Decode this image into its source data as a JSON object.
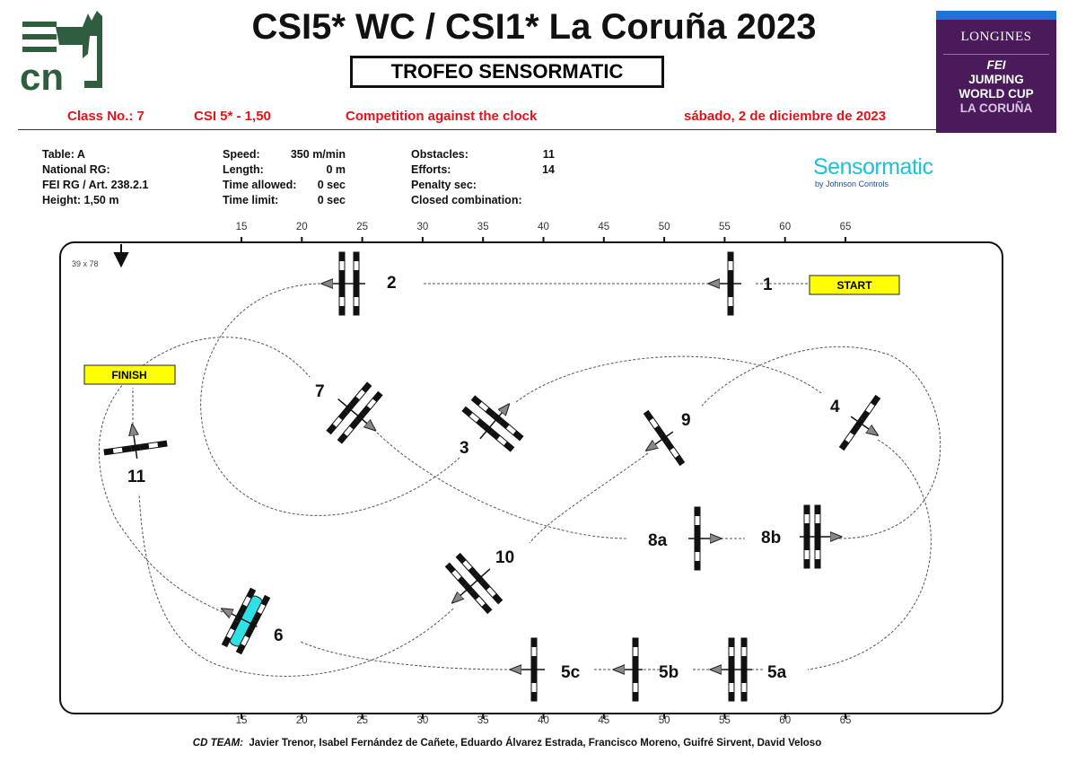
{
  "header": {
    "title": "CSI5* WC / CSI1* La Coruña 2023",
    "subtitle": "TROFEO SENSORMATIC",
    "logo_text": "cn",
    "class_no": "Class No.: 7",
    "category": "CSI 5* - 1,50",
    "competition": "Competition against the clock",
    "date": "sábado, 2 de diciembre de 2023"
  },
  "sponsor_logo": {
    "brand": "LONGINES",
    "fei": "FEI",
    "line1": "JUMPING",
    "line2": "WORLD CUP",
    "line3": "LA CORUÑA",
    "sensormatic": "Sensormatic",
    "sensormatic_sub": "by Johnson Controls"
  },
  "info": {
    "col1": [
      "Table: A",
      "National RG:",
      "FEI RG / Art. 238.2.1",
      "Height: 1,50 m"
    ],
    "col2": [
      {
        "label": "Speed:",
        "value": "350 m/min"
      },
      {
        "label": "Length:",
        "value": "0 m"
      },
      {
        "label": "Time allowed:",
        "value": "0 sec"
      },
      {
        "label": "Time limit:",
        "value": "0 sec"
      }
    ],
    "col3": [
      {
        "label": "Obstacles:",
        "value": "11"
      },
      {
        "label": "Efforts:",
        "value": "14"
      },
      {
        "label": "Penalty sec:",
        "value": ""
      },
      {
        "label": "Closed combination:",
        "value": ""
      }
    ]
  },
  "arena": {
    "dimensions": "39 x 78",
    "ticks": [
      "15",
      "20",
      "25",
      "30",
      "35",
      "40",
      "45",
      "50",
      "55",
      "60",
      "65"
    ],
    "start_label": "START",
    "finish_label": "FINISH",
    "obstacles": [
      "1",
      "2",
      "3",
      "4",
      "5a",
      "5b",
      "5c",
      "6",
      "7",
      "8a",
      "8b",
      "9",
      "10",
      "11"
    ]
  },
  "colors": {
    "red": "#e0151b",
    "logo_green": "#2e5e3e",
    "longines_purple": "#4a1a5b",
    "marker_yellow": "#ffff00",
    "water_cyan": "#2fe0e6"
  },
  "footer": {
    "team_label": "CD TEAM:",
    "team": "Javier Trenor, Isabel Fernández de Cañete,  Eduardo Álvarez Estrada, Francisco Moreno, Guifré Sirvent, David Veloso"
  }
}
